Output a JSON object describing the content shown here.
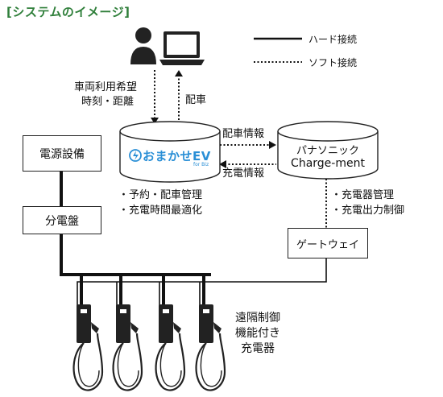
{
  "title": "[システムのイメージ]",
  "legend": {
    "hard": "ハード接続",
    "soft": "ソフト接続"
  },
  "request_label": [
    "車両利用希望",
    "時刻・距離"
  ],
  "dispatch_label": "配車",
  "cloud_left": {
    "logo_text": "おまかせEV",
    "logo_sub": "for Biz"
  },
  "cloud_right": {
    "line1": "パナソニック",
    "line2": "Charge-ment"
  },
  "flow_top": "配車情報",
  "flow_bottom": "充電情報",
  "left_features": [
    "・予約・配車管理",
    "・充電時間最適化"
  ],
  "right_features": [
    "・充電器管理",
    "・充電出力制御"
  ],
  "power_equipment": "電源設備",
  "distribution_board": "分電盤",
  "gateway": "ゲートウェイ",
  "chargers_label": [
    "遠隔制御",
    "機能付き",
    "充電器"
  ],
  "colors": {
    "title": "#2f7f3a",
    "logo_blue": "#2a8fd6",
    "person": "#222222"
  },
  "icons": [
    "person-icon",
    "laptop-icon",
    "ev-charger-icon"
  ]
}
